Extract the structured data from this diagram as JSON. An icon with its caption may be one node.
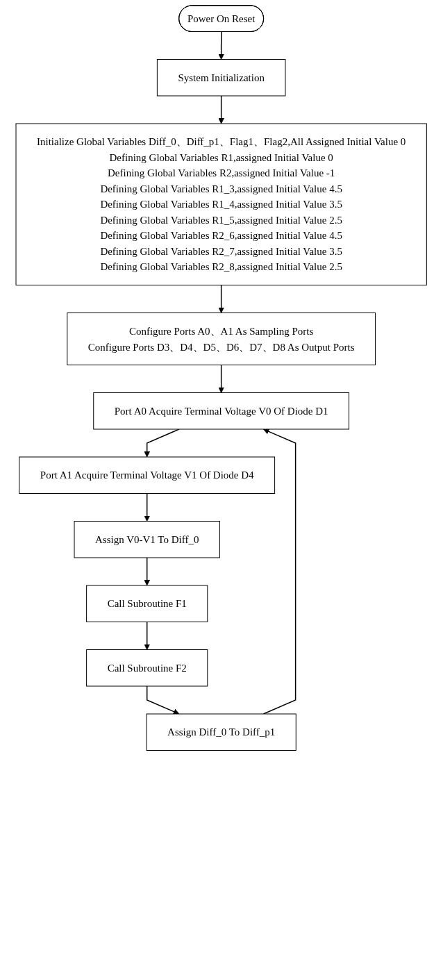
{
  "diagram": {
    "nodes": [
      {
        "text": [
          "Power On Reset"
        ]
      },
      {
        "text": [
          "System Initialization"
        ]
      },
      {
        "text": [
          "Initialize Global Variables Diff_0、Diff_p1、Flag1、Flag2,All Assigned Initial Value 0",
          "Defining Global Variables R1,assigned Initial Value 0",
          "Defining Global Variables R2,assigned Initial Value -1",
          "Defining Global Variables R1_3,assigned Initial Value 4.5",
          "Defining Global Variables R1_4,assigned Initial Value 3.5",
          "Defining Global Variables R1_5,assigned Initial Value 2.5",
          "Defining Global Variables R2_6,assigned Initial Value 4.5",
          "Defining Global Variables R2_7,assigned Initial Value 3.5",
          "Defining Global Variables R2_8,assigned Initial Value 2.5"
        ]
      },
      {
        "text": [
          "Configure Ports A0、A1 As Sampling Ports",
          "Configure Ports D3、D4、D5、D6、D7、D8 As Output Ports"
        ]
      },
      {
        "text": [
          "Port A0 Acquire Terminal Voltage V0 Of Diode D1"
        ]
      },
      {
        "text": [
          "Port A1 Acquire Terminal Voltage V1 Of Diode D4"
        ]
      },
      {
        "text": [
          "Assign V0-V1 To Diff_0"
        ]
      },
      {
        "text": [
          "Call Subroutine F1"
        ]
      },
      {
        "text": [
          "Call Subroutine F2"
        ]
      },
      {
        "text": [
          "Assign Diff_0 To Diff_p1"
        ]
      }
    ],
    "edges": [
      {
        "from": 0,
        "to": 1,
        "arrow": "to"
      },
      {
        "from": 1,
        "to": 2,
        "arrow": "to"
      },
      {
        "from": 2,
        "to": 3,
        "arrow": "to"
      },
      {
        "from": 3,
        "to": 4,
        "arrow": "to"
      },
      {
        "from": 4,
        "to": 5,
        "arrow": "to"
      },
      {
        "from": 5,
        "to": 6,
        "arrow": "to"
      },
      {
        "from": 6,
        "to": 7,
        "arrow": "to"
      },
      {
        "from": 7,
        "to": 8,
        "arrow": "to"
      },
      {
        "from": 8,
        "to": 9,
        "arrow": "to"
      },
      {
        "from": 9,
        "to": 4,
        "arrow": "to"
      }
    ]
  }
}
